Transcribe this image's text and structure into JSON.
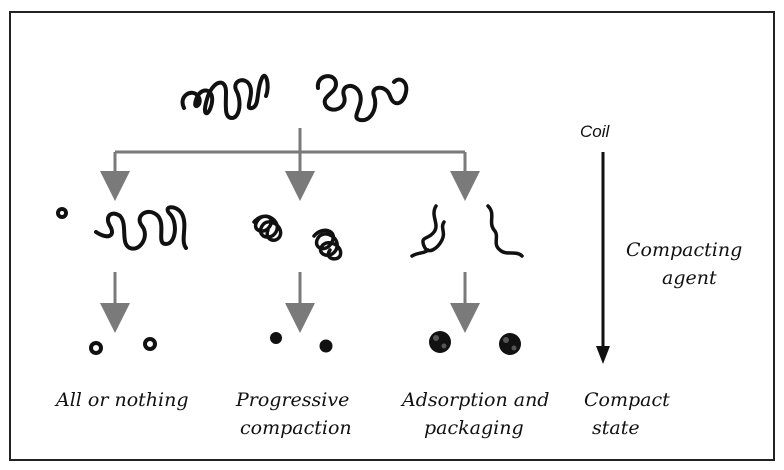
{
  "diagram": {
    "coil_label": "Coil",
    "agent_label_line1": "Compacting",
    "agent_label_line2": "agent",
    "columns": [
      {
        "line1": "All or nothing",
        "line2": ""
      },
      {
        "line1": "Progressive",
        "line2": "compaction"
      },
      {
        "line1": "Adsorption and",
        "line2": "packaging"
      }
    ],
    "compact_label_line1": "Compact",
    "compact_label_line2": "state"
  },
  "colors": {
    "frame": "#222222",
    "arrow_gray": "#7a7a7a",
    "ink": "#111111"
  }
}
